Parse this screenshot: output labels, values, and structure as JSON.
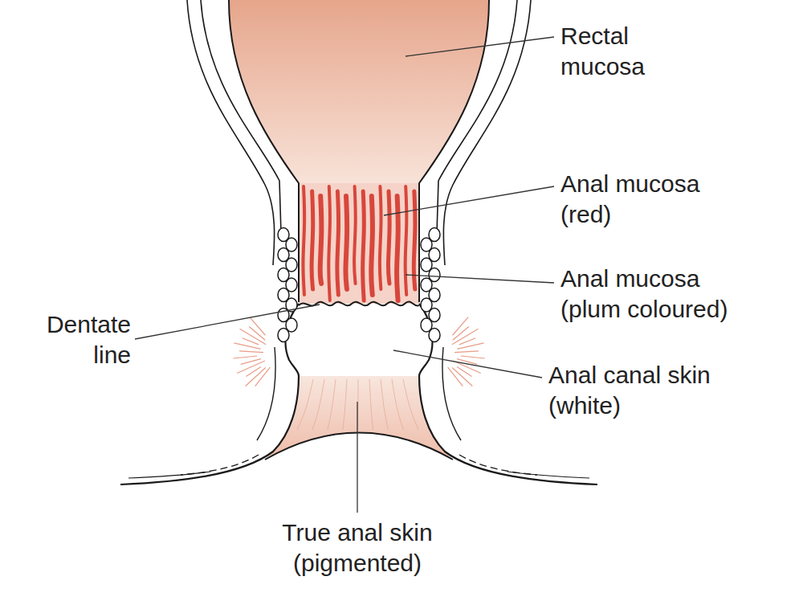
{
  "diagram": {
    "labels": [
      "Rectal mucosa",
      "Anal mucosa (red)",
      "Anal mucosa (plum coloured)",
      "Dentate line",
      "Anal canal skin (white)",
      "True anal skin (pigmented)"
    ]
  }
}
